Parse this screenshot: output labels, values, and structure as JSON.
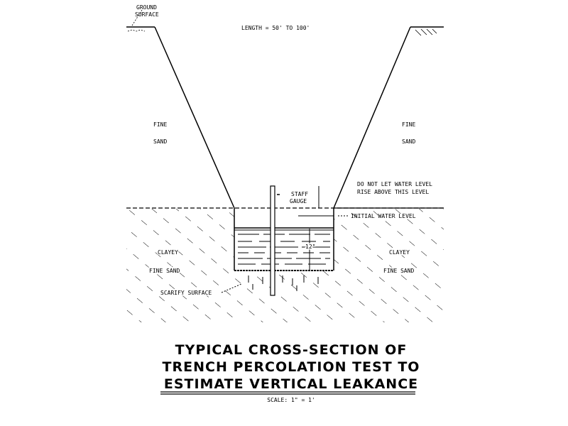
{
  "labels": {
    "ground_surface_1": "GROUND",
    "ground_surface_2": "SURFACE",
    "length": "LENGTH = 50' TO 100'",
    "fine_sand_left_1": "FINE",
    "fine_sand_left_2": "SAND",
    "fine_sand_right_1": "FINE",
    "fine_sand_right_2": "SAND",
    "warning_1": "DO NOT LET WATER LEVEL",
    "warning_2": "RISE ABOVE THIS LEVEL",
    "staff_gauge_1": "STAFF",
    "staff_gauge_2": "GAUGE",
    "initial_water_level": "INITIAL WATER LEVEL",
    "depth": "12\"",
    "clayey_left_1": "CLAYEY",
    "clayey_left_2": "FINE SAND",
    "clayey_right_1": "CLAYEY",
    "clayey_right_2": "FINE SAND",
    "scarify": "SCARIFY SURFACE"
  },
  "title": {
    "line1": "TYPICAL CROSS-SECTION OF",
    "line2": "TRENCH PERCOLATION TEST TO",
    "line3": "ESTIMATE VERTICAL LEAKANCE",
    "scale": "SCALE: 1\" = 1'"
  }
}
